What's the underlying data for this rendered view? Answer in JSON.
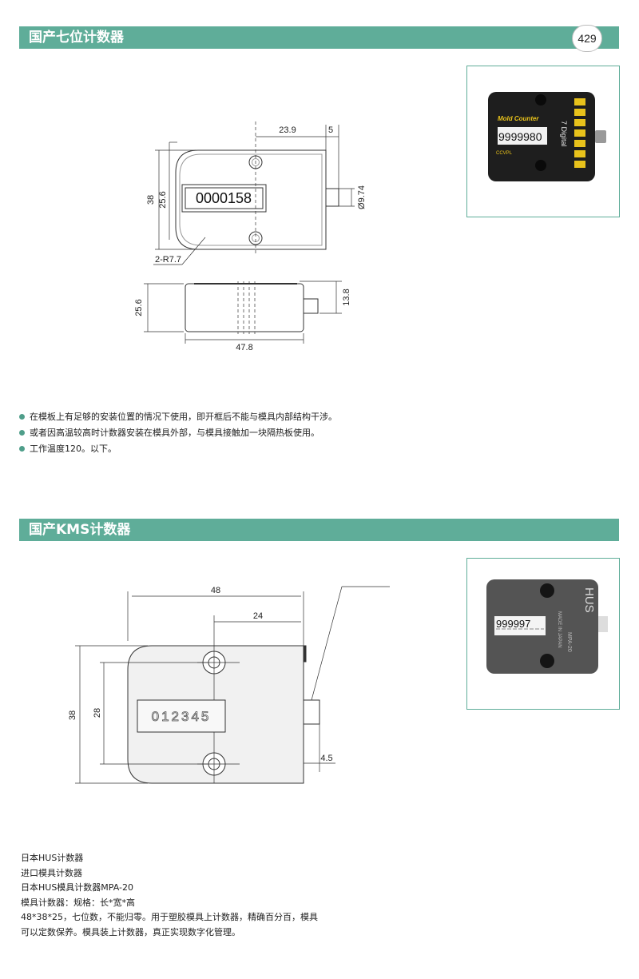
{
  "page_number": "429",
  "section1": {
    "title": "国产七位计数器",
    "drawing": {
      "dim_23_9": "23.9",
      "dim_5": "5",
      "dim_38": "38",
      "dim_25_6_a": "25.6",
      "dim_phi": "Ø9.74",
      "counter_display": "0000158",
      "dim_r": "2-R7.7",
      "dim_25_6_b": "25.6",
      "dim_13_8": "13.8",
      "dim_47_8": "47.8"
    },
    "photo": {
      "brand": "Mold Counter",
      "digits": "9999980",
      "side_text": "7 Digital",
      "small_label": "CCVPL"
    },
    "bullets": [
      "在模板上有足够的安装位置的情况下使用，即开框后不能与模具内部结构干涉。",
      "或者因高温较高时计数器安装在模具外部，与模具接触加一块隔热板使用。",
      "工作温度120。以下。"
    ]
  },
  "section2": {
    "title": "国产KMS计数器",
    "drawing": {
      "dim_48": "48",
      "dim_24": "24",
      "dim_38": "38",
      "dim_28": "28",
      "counter_display": "012345",
      "dim_4_5": "4.5"
    },
    "photo": {
      "brand": "HUS",
      "digits": "999997",
      "made_in": "MADE IN JAPAN",
      "model": "MPA-20"
    },
    "description": [
      "日本HUS计数器",
      "进口模具计数器",
      "日本HUS模具计数器MPA-20",
      "模具计数器：规格：长*宽*高",
      "48*38*25，七位数，不能归零。用于塑胶模具上计数器，精确百分百，模具",
      "可以定数保养。模具装上计数器，真正实现数字化管理。"
    ]
  },
  "colors": {
    "accent": "#5fad99",
    "bullet": "#4f9e8a"
  }
}
